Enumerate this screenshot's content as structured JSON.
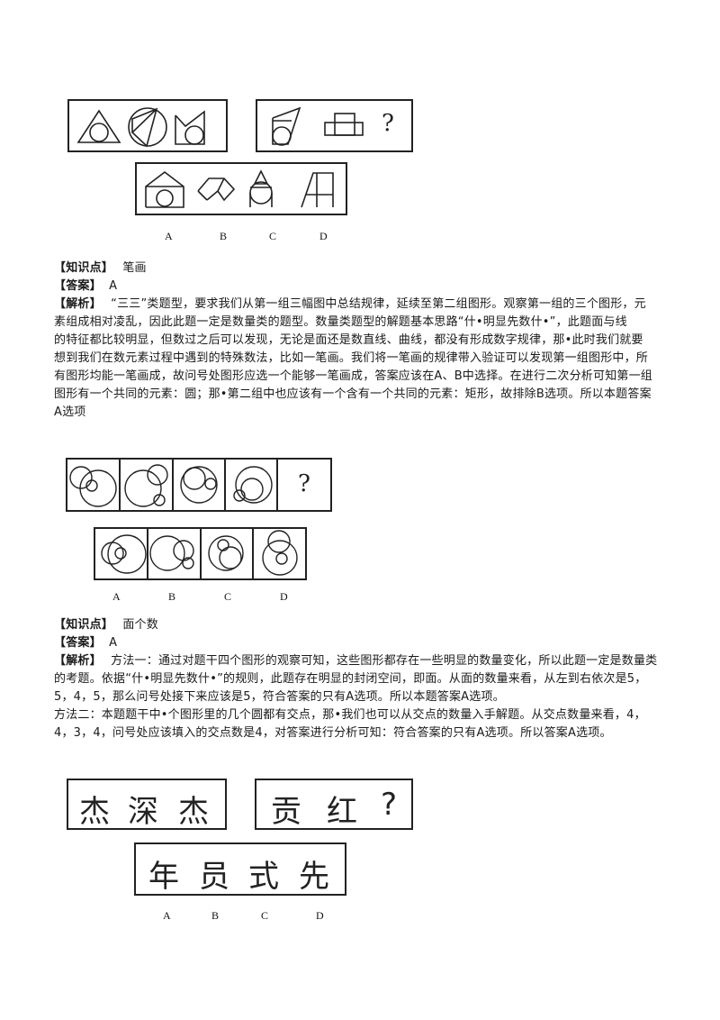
{
  "puzzle1": {
    "question_mark": "?",
    "option_labels": [
      "A",
      "B",
      "C",
      "D"
    ],
    "knowledge_label": "【知识点】",
    "knowledge_value": "笔画",
    "answer_label": "【答案】",
    "answer_value": "A",
    "analysis_label": "【解析】",
    "analysis_lines": [
      "“三三”类题型，要求我们从第一组三幅图中总结规律，延续至第二组图形。观察第一组的三个图形，元",
      "素组成相对凌乱，因此此题一定是数量类的题型。数量类题型的解题基本思路“什•明显先数什•”，此题面与线",
      "的特征都比较明显，但数过之后可以发现，无论是面还是数直线、曲线，都没有形成数字规律，那•此时我们就要",
      "想到我们在数元素过程中遇到的特殊数法，比如一笔画。我们将一笔画的规律带入验证可以发现第一组图形中，所",
      "有图形均能一笔画成，故问号处图形应选一个能够一笔画成，答案应该在A、B中选择。在进行二次分析可知第一组",
      "图形有一个共同的元素：圆；那•第二组中也应该有一个含有一个共同的元素：矩形，故排除B选项。所以本题答案",
      "A选项"
    ]
  },
  "puzzle2": {
    "question_mark": "?",
    "option_labels": [
      "A",
      "B",
      "C",
      "D"
    ],
    "knowledge_label": "【知识点】",
    "knowledge_value": "面个数",
    "answer_label": "【答案】",
    "answer_value": "A",
    "analysis_label": "【解析】",
    "analysis_lines": [
      "方法一：通过对题干四个图形的观察可知，这些图形都存在一些明显的数量变化，所以此题一定是数量类",
      "的考题。依据“什•明显先数什•”的规则，此题存在明显的封闭空间，即面。从面的数量来看，从左到右依次是5，",
      "5，4，5，那么问号处接下来应该是5，符合答案的只有A选项。所以本题答案A选项。",
      "方法二：本题题干中•个图形里的几个圆都有交点，那•我们也可以从交点的数量入手解题。从交点数量来看，4，",
      "4，3，4，问号处应该填入的交点数是4，对答案进行分析可知：符合答案的只有A选项。所以答案A选项。"
    ]
  },
  "puzzle3": {
    "group1": [
      "杰",
      "深",
      "杰"
    ],
    "group2": [
      "贡",
      "红",
      "?"
    ],
    "options": [
      "年",
      "员",
      "式",
      "先"
    ],
    "option_labels": [
      "A",
      "B",
      "C",
      "D"
    ]
  }
}
